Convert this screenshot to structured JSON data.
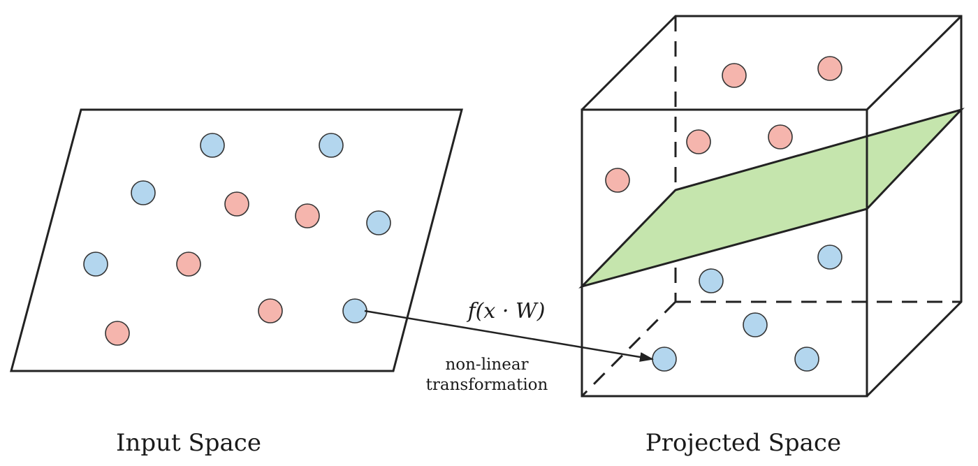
{
  "labels": {
    "input_space": "Input Space",
    "projected_space": "Projected Space",
    "formula": "f(x · W)",
    "transform_line1": "non-linear",
    "transform_line2": "transformation"
  },
  "colors": {
    "class_a": "#b3d6ee",
    "class_b": "#f5b5ad",
    "plane": "#c5e5ad",
    "stroke": "#222222"
  },
  "input_points": [
    {
      "cls": "a"
    },
    {
      "cls": "a"
    },
    {
      "cls": "a"
    },
    {
      "cls": "b"
    },
    {
      "cls": "b"
    },
    {
      "cls": "a"
    },
    {
      "cls": "a"
    },
    {
      "cls": "b"
    },
    {
      "cls": "b"
    },
    {
      "cls": "a"
    },
    {
      "cls": "b"
    }
  ],
  "projected_points": [
    {
      "cls": "b"
    },
    {
      "cls": "b"
    },
    {
      "cls": "b"
    },
    {
      "cls": "b"
    },
    {
      "cls": "b"
    },
    {
      "cls": "a"
    },
    {
      "cls": "a"
    },
    {
      "cls": "a"
    },
    {
      "cls": "a"
    },
    {
      "cls": "a"
    }
  ]
}
